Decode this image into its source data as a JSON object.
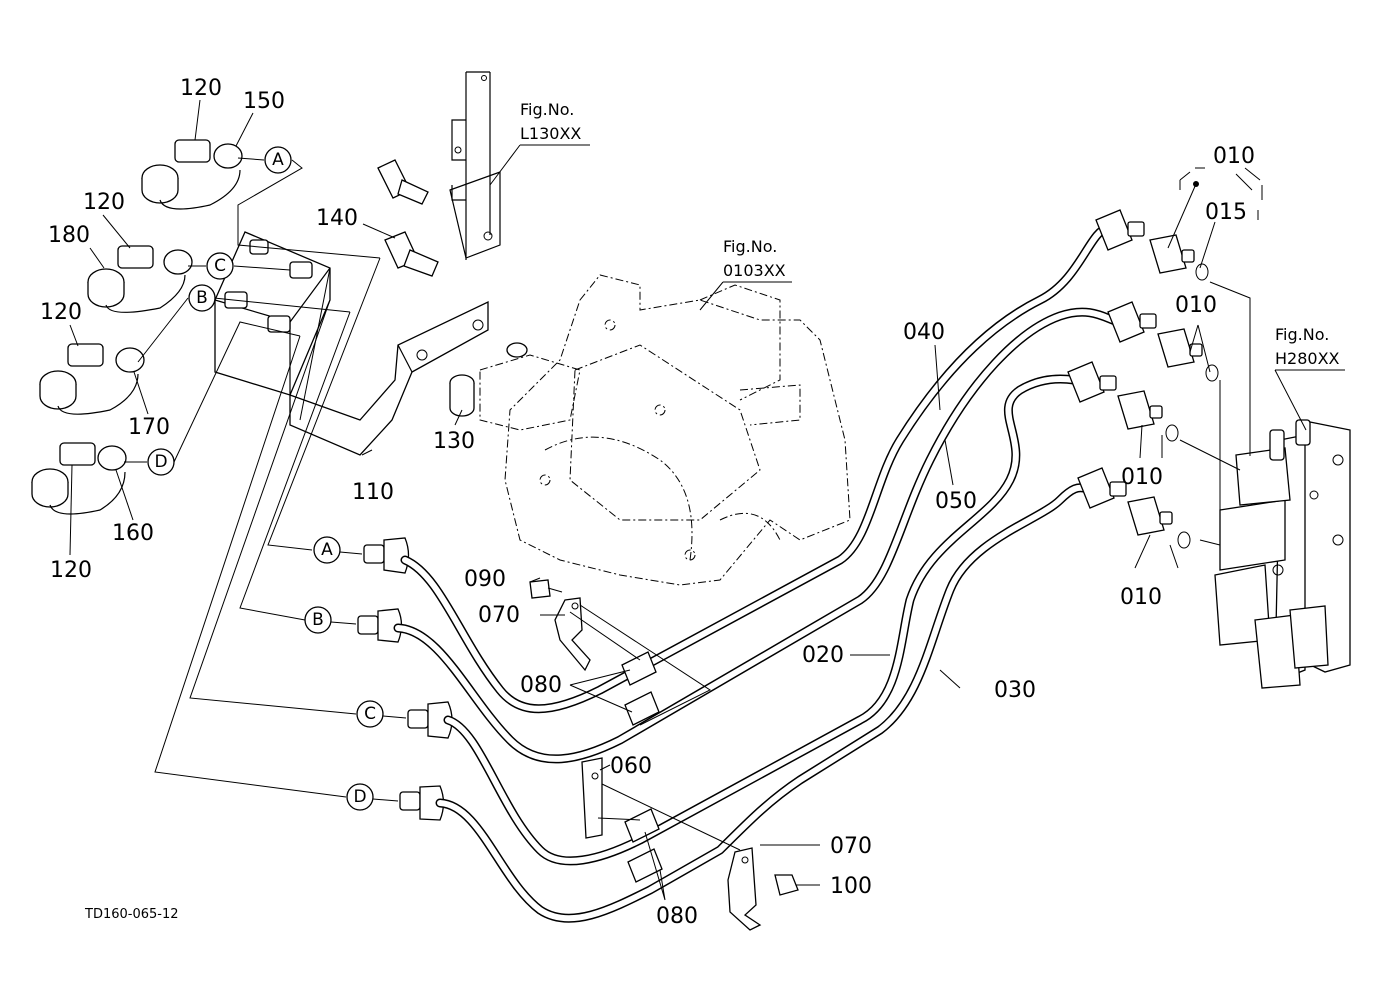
{
  "diagram": {
    "drawing_code": "TD160-065-12",
    "figure_refs": [
      {
        "label": "Fig.No.",
        "code": "L130XX"
      },
      {
        "label": "Fig.No.",
        "code": "0103XX"
      },
      {
        "label": "Fig.No.",
        "code": "H280XX"
      }
    ],
    "part_numbers": {
      "p010": "010",
      "p015": "015",
      "p020": "020",
      "p030": "030",
      "p040": "040",
      "p050": "050",
      "p060": "060",
      "p070": "070",
      "p080": "080",
      "p090": "090",
      "p100": "100",
      "p110": "110",
      "p120": "120",
      "p130": "130",
      "p140": "140",
      "p150": "150",
      "p160": "160",
      "p170": "170",
      "p180": "180"
    },
    "connection_markers": [
      "A",
      "B",
      "C",
      "D"
    ]
  }
}
